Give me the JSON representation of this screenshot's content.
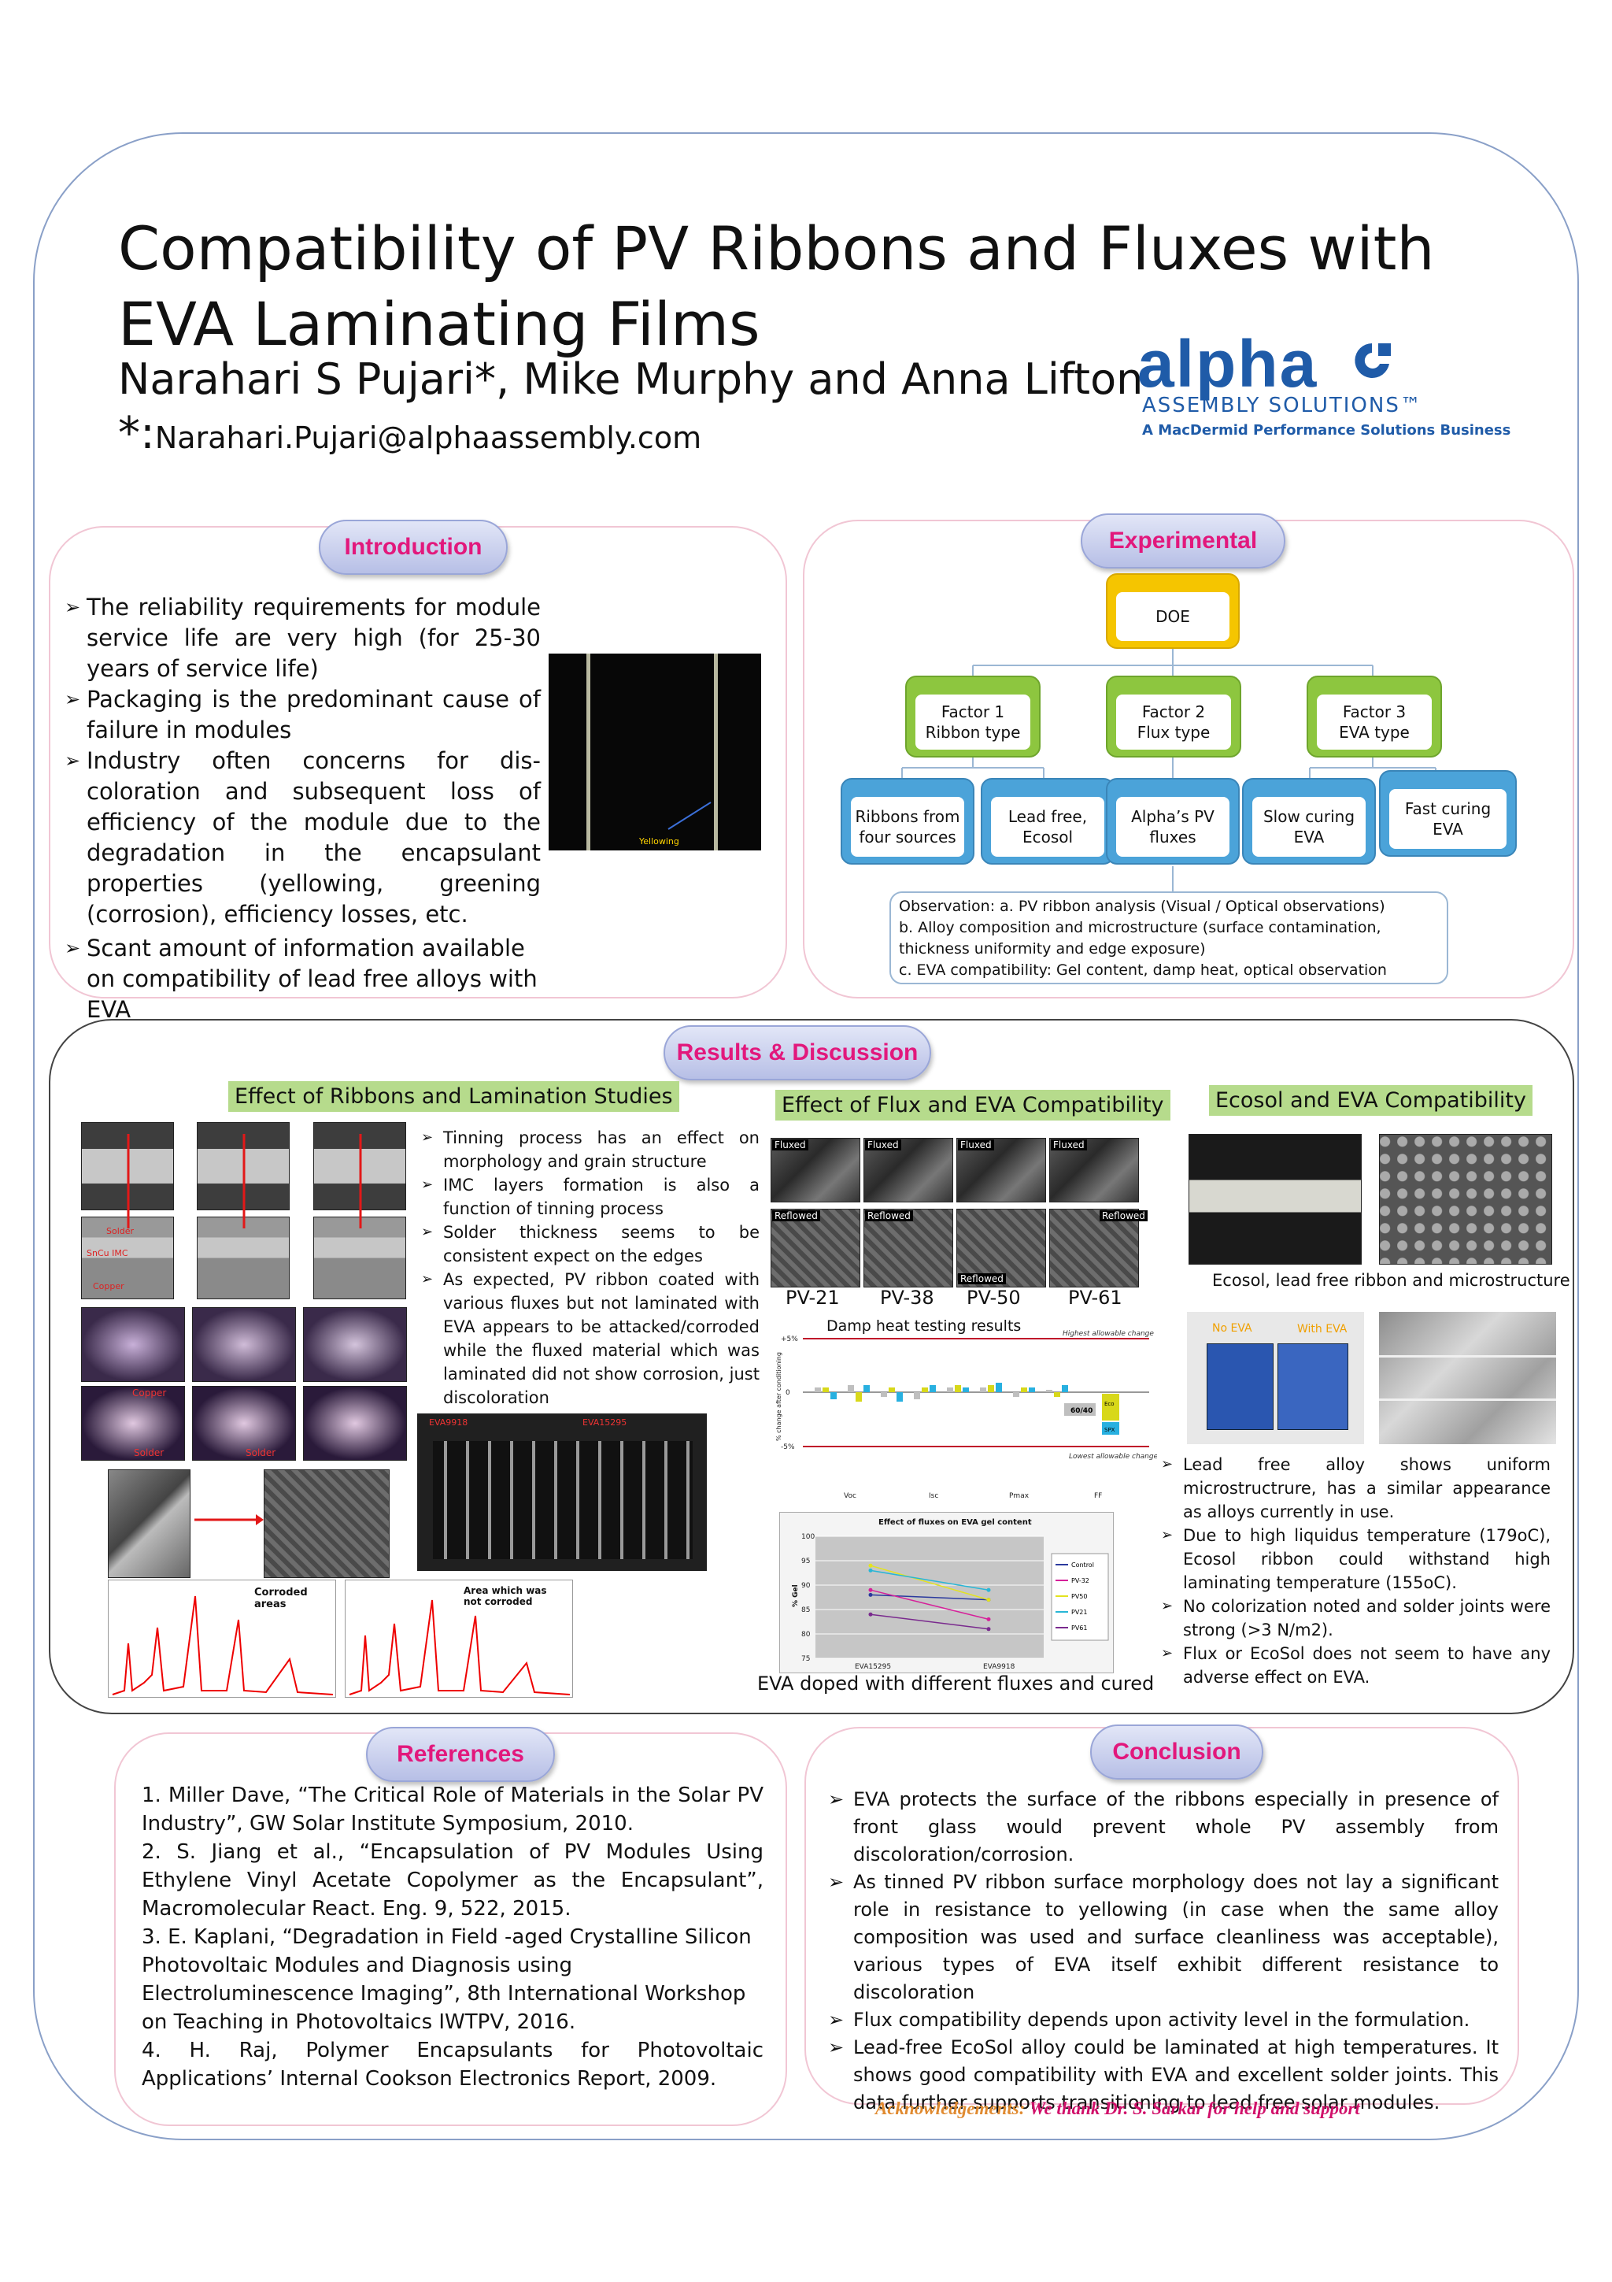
{
  "title": "Compatibility of PV Ribbons and Fluxes with EVA Laminating Films",
  "authors": "Narahari S Pujari*, Mike Murphy and Anna Lifton",
  "email_star": "*:",
  "email": "Narahari.Pujari@alphaassembly.com",
  "logo": {
    "word": "alpha",
    "line1": "ASSEMBLY SOLUTIONS™",
    "line2": "A MacDermid Performance Solutions Business"
  },
  "introduction": {
    "heading": "Introduction",
    "bullets": [
      "The reliability requirements for module service life are very high (for 25-30 years of service life)",
      "Packaging is the predominant cause of failure in modules",
      "Industry often concerns for dis-coloration and subsequent loss of efficiency of the module due to the degradation in the encapsulant properties (yellowing, greening (corrosion), efficiency losses, etc.",
      "Scant amount of information available on compatibility of lead free alloys with EVA"
    ],
    "image_label": "Yellowing"
  },
  "experimental": {
    "heading": "Experimental",
    "doe": "DOE",
    "factors": [
      {
        "line1": "Factor 1",
        "line2": "Ribbon type"
      },
      {
        "line1": "Factor 2",
        "line2": "Flux type"
      },
      {
        "line1": "Factor 3",
        "line2": "EVA type"
      }
    ],
    "leaves": [
      "Ribbons from four sources",
      "Lead free, Ecosol",
      "Alpha’s PV fluxes",
      "Slow curing EVA",
      "Fast curing EVA"
    ],
    "observation": [
      "Observation: a. PV ribbon analysis (Visual / Optical observations)",
      "b. Alloy composition and microstructure (surface contamination, thickness uniformity and edge exposure)",
      "c. EVA compatibility: Gel content, damp heat, optical observation"
    ]
  },
  "results": {
    "heading": "Results & Discussion",
    "ribbons": {
      "label": "Effect of Ribbons and Lamination Studies",
      "bullets": [
        "Tinning process has an effect on morphology and grain structure",
        "IMC layers formation is also a function of tinning process",
        "Solder thickness seems to be consistent expect on the edges",
        "As expected, PV ribbon coated with various fluxes but not laminated with EVA appears to be attacked/corroded while the fluxed material which was laminated did not show corrosion, just discoloration"
      ],
      "micro_labels": [
        "Solder",
        "SnCu IMC",
        "Copper",
        "Solder",
        "Copper",
        "Solder"
      ],
      "eds_labels": [
        "Corroded areas",
        "Area which was not corroded"
      ],
      "eva_labels": [
        "EVA9918",
        "EVA15295"
      ]
    },
    "flux": {
      "label": "Effect of Flux and EVA Compatibility",
      "tags": [
        "Fluxed",
        "Reflowed"
      ],
      "samples": [
        "PV-21",
        "PV-38",
        "PV-50",
        "PV-61"
      ],
      "caption": "EVA doped with different fluxes and cured"
    },
    "ecosol": {
      "label": "Ecosol and EVA Compatibility",
      "caption": "Ecosol, lead free ribbon and microstructure",
      "photo_labels": [
        "No EVA",
        "With EVA"
      ],
      "bullets": [
        "Lead free alloy shows uniform microstructrure, has a similar appearance as alloys currently in use.",
        "Due to high liquidus temperature (179oC), Ecosol ribbon could withstand high laminating temperature (155oC).",
        "No colorization noted and solder joints were strong (>3 N/m2).",
        "Flux or EcoSol does not seem to have any adverse effect on EVA."
      ]
    }
  },
  "chart_data": [
    {
      "type": "bar",
      "title": "Damp heat testing results",
      "ylabel": "% change after conditioning",
      "ylim": [
        -5,
        5
      ],
      "yticks": [
        "+5%",
        "0",
        "-5%"
      ],
      "categories": [
        "Voc",
        "Isc",
        "Pmax",
        "FF"
      ],
      "annotations": [
        "Highest allowable change",
        "Lowest allowable change",
        "60/40",
        "Eco",
        "SPX"
      ]
    },
    {
      "type": "line",
      "title": "Effect of fluxes on EVA gel content",
      "ylabel": "% Gel",
      "ylim": [
        75,
        100
      ],
      "yticks": [
        100,
        95,
        90,
        85,
        80,
        75
      ],
      "categories": [
        "EVA15295",
        "EVA9918"
      ],
      "series": [
        {
          "name": "Control",
          "values": [
            88,
            87
          ],
          "color": "#2b3a9e"
        },
        {
          "name": "PV-32",
          "values": [
            89,
            83
          ],
          "color": "#d6209a"
        },
        {
          "name": "PV50",
          "values": [
            94,
            87
          ],
          "color": "#e3e320"
        },
        {
          "name": "PV21",
          "values": [
            93,
            89
          ],
          "color": "#28b6d6"
        },
        {
          "name": "PV61",
          "values": [
            84,
            81
          ],
          "color": "#7a2a8e"
        }
      ]
    }
  ],
  "references": {
    "heading": "References",
    "items": [
      "1. Miller Dave, “The Critical Role of Materials in the Solar PV Industry”, GW Solar Institute Symposium, 2010.",
      "2. S. Jiang et al., “Encapsulation of PV Modules Using Ethylene Vinyl Acetate Copolymer as the Encapsulant”, Macromolecular React. Eng. 9, 522, 2015.",
      "3. E. Kaplani, “Degradation in Field -aged Crystalline Silicon Photovoltaic Modules and Diagnosis using Electroluminescence Imaging”, 8th International Workshop on Teaching in Photovoltaics IWTPV, 2016.",
      "4. H. Raj, Polymer Encapsulants for Photovoltaic Applications’ Internal Cookson Electronics Report, 2009."
    ]
  },
  "conclusion": {
    "heading": "Conclusion",
    "bullets": [
      "EVA protects the surface of the ribbons especially in presence of front glass would prevent whole PV assembly from discoloration/corrosion.",
      "As tinned PV ribbon surface morphology does not lay a significant role in resistance to yellowing (in case when the same alloy composition was used and surface cleanliness was acceptable), various types of EVA itself exhibit different resistance to discoloration",
      "Flux compatibility depends upon activity level in the formulation.",
      "Lead-free EcoSol alloy could be laminated at high temperatures. It shows good compatibility with EVA and excellent solder joints. This data further supports transitioning to lead free solar modules."
    ]
  },
  "acknowledgements": {
    "label": "Acknowledgements:",
    "text": "We thank Dr. S. Sarkar for help and support"
  },
  "colors": {
    "accent": "#e2187c",
    "frame": "#8aa0c8",
    "pink_border": "#f1c6d4",
    "green_label": "#b6db8c"
  }
}
